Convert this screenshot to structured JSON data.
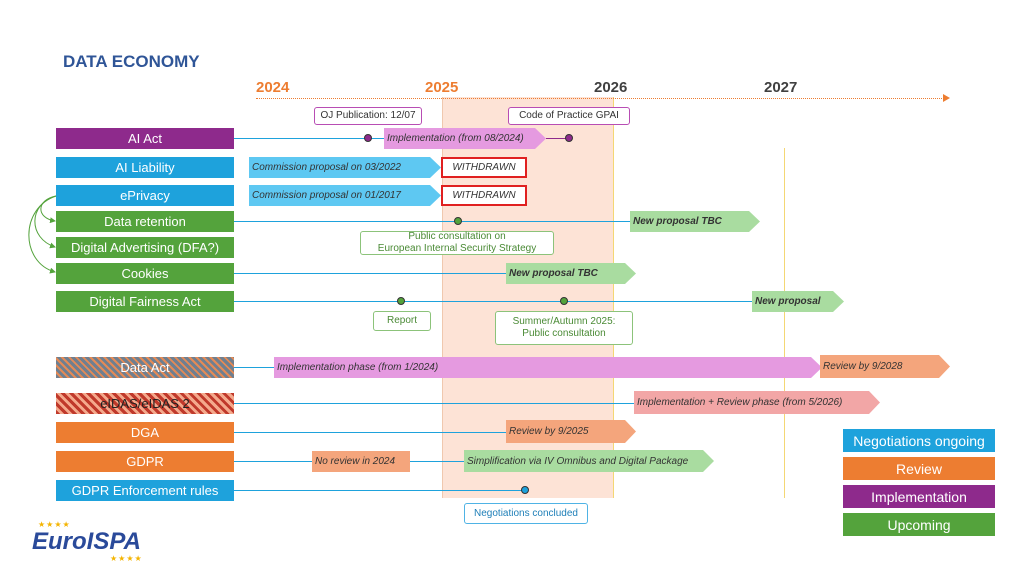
{
  "title": "DATA ECONOMY",
  "years": [
    "2024",
    "2025",
    "2026",
    "2027"
  ],
  "colors": {
    "implementation": "#8E2A8C",
    "negotiations": "#1EA2DC",
    "upcoming": "#54A33C",
    "review": "#ED7D31",
    "highlight": "#FDE3D6"
  },
  "rows": {
    "ai_act": "AI Act",
    "ai_liability": "AI Liability",
    "eprivacy": "ePrivacy",
    "data_retention": "Data retention",
    "digital_advertising": "Digital Advertising (DFA?)",
    "cookies": "Cookies",
    "dfa": "Digital Fairness Act",
    "data_act": "Data Act",
    "eidas": "eIDAS/eIDAS 2",
    "dga": "DGA",
    "gdpr": "GDPR",
    "gdpr_enf": "GDPR Enforcement rules"
  },
  "bars": {
    "ai_act_impl": "Implementation (from 08/2024)",
    "ai_liab_prop": "Commission proposal on 03/2022",
    "ai_liab_status": "WITHDRAWN",
    "eprivacy_prop": "Commission proposal on 01/2017",
    "eprivacy_status": "WITHDRAWN",
    "data_ret_new": "New proposal TBC",
    "cookies_new": "New proposal TBC",
    "dfa_new": "New proposal",
    "data_act_impl": "Implementation phase (from 1/2024)",
    "data_act_review": "Review by 9/2028",
    "eidas_impl": "Implementation + Review phase (from 5/2026)",
    "dga_review": "Review by 9/2025",
    "gdpr_no_review": "No review in 2024",
    "gdpr_simpl": "Simplification via IV Omnibus and Digital Package"
  },
  "callouts": {
    "oj": "OJ Publication: 12/07",
    "cop": "Code of Practice GPAI",
    "consult_line1": "Public consultation on",
    "consult_line2": "European Internal Security Strategy",
    "report": "Report",
    "summer_line1": "Summer/Autumn 2025:",
    "summer_line2": "Public consultation",
    "negotiations_concluded": "Negotiations concluded"
  },
  "legend": [
    "Negotiations ongoing",
    "Review",
    "Implementation",
    "Upcoming"
  ],
  "logo": "EuroISPA"
}
